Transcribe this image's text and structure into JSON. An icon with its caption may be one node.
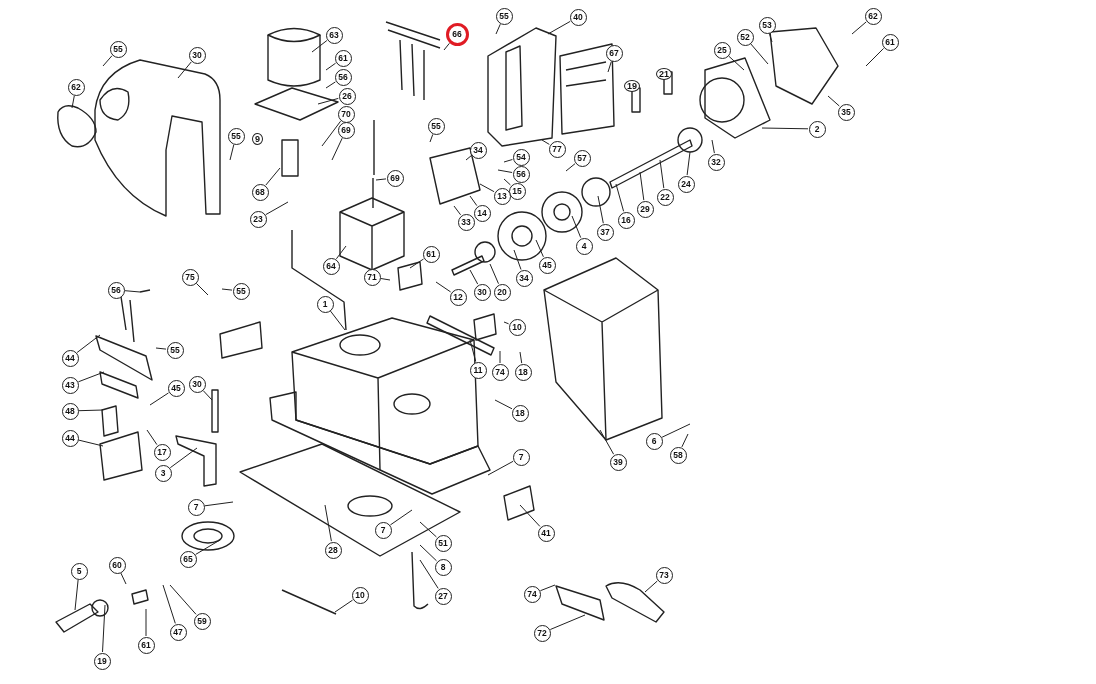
{
  "diagram": {
    "nodes": [
      {
        "text": [
          "55"
        ]
      },
      {
        "text": [
          "30"
        ]
      },
      {
        "text": [
          "62"
        ]
      },
      {
        "text": [
          "55"
        ]
      },
      {
        "text": [
          "63"
        ]
      },
      {
        "text": [
          "61"
        ]
      },
      {
        "text": [
          "56"
        ]
      },
      {
        "text": [
          "26"
        ]
      },
      {
        "text": [
          "70"
        ]
      },
      {
        "text": [
          "69"
        ]
      },
      {
        "text": [
          "68"
        ]
      },
      {
        "text": [
          "23"
        ]
      },
      {
        "text": [
          "55"
        ]
      },
      {
        "text": [
          "66"
        ]
      },
      {
        "text": [
          "40"
        ]
      },
      {
        "text": [
          "67"
        ]
      },
      {
        "text": [
          "53"
        ]
      },
      {
        "text": [
          "52"
        ]
      },
      {
        "text": [
          "25"
        ]
      },
      {
        "text": [
          "62"
        ]
      },
      {
        "text": [
          "61"
        ]
      },
      {
        "text": [
          "35"
        ]
      },
      {
        "text": [
          "2"
        ]
      },
      {
        "text": [
          "55"
        ]
      },
      {
        "text": [
          "34"
        ]
      },
      {
        "text": [
          "54"
        ]
      },
      {
        "text": [
          "56"
        ]
      },
      {
        "text": [
          "15"
        ]
      },
      {
        "text": [
          "13"
        ]
      },
      {
        "text": [
          "14"
        ]
      },
      {
        "text": [
          "33"
        ]
      },
      {
        "text": [
          "57"
        ]
      },
      {
        "text": [
          "77"
        ]
      },
      {
        "text": [
          "32"
        ]
      },
      {
        "text": [
          "24"
        ]
      },
      {
        "text": [
          "22"
        ]
      },
      {
        "text": [
          "29"
        ]
      },
      {
        "text": [
          "16"
        ]
      },
      {
        "text": [
          "37"
        ]
      },
      {
        "text": [
          "4"
        ]
      },
      {
        "text": [
          "69"
        ]
      },
      {
        "text": [
          "64"
        ]
      },
      {
        "text": [
          "61"
        ]
      },
      {
        "text": [
          "71"
        ]
      },
      {
        "text": [
          "12"
        ]
      },
      {
        "text": [
          "30"
        ]
      },
      {
        "text": [
          "20"
        ]
      },
      {
        "text": [
          "34"
        ]
      },
      {
        "text": [
          "45"
        ]
      },
      {
        "text": [
          "1"
        ]
      },
      {
        "text": [
          "56"
        ]
      },
      {
        "text": [
          "75"
        ]
      },
      {
        "text": [
          "55"
        ]
      },
      {
        "text": [
          "44"
        ]
      },
      {
        "text": [
          "55"
        ]
      },
      {
        "text": [
          "43"
        ]
      },
      {
        "text": [
          "48"
        ]
      },
      {
        "text": [
          "45"
        ]
      },
      {
        "text": [
          "30"
        ]
      },
      {
        "text": [
          "44"
        ]
      },
      {
        "text": [
          "17"
        ]
      },
      {
        "text": [
          "3"
        ]
      },
      {
        "text": [
          "10"
        ]
      },
      {
        "text": [
          "11"
        ]
      },
      {
        "text": [
          "74"
        ]
      },
      {
        "text": [
          "18"
        ]
      },
      {
        "text": [
          "18"
        ]
      },
      {
        "text": [
          "7"
        ]
      },
      {
        "text": [
          "6"
        ]
      },
      {
        "text": [
          "58"
        ]
      },
      {
        "text": [
          "39"
        ]
      },
      {
        "text": [
          "41"
        ]
      },
      {
        "text": [
          "7"
        ]
      },
      {
        "text": [
          "7"
        ]
      },
      {
        "text": [
          "51"
        ]
      },
      {
        "text": [
          "8"
        ]
      },
      {
        "text": [
          "27"
        ]
      },
      {
        "text": [
          "28"
        ]
      },
      {
        "text": [
          "65"
        ]
      },
      {
        "text": [
          "5"
        ]
      },
      {
        "text": [
          "60"
        ]
      },
      {
        "text": [
          "19"
        ]
      },
      {
        "text": [
          "61"
        ]
      },
      {
        "text": [
          "47"
        ]
      },
      {
        "text": [
          "59"
        ]
      },
      {
        "text": [
          "10"
        ]
      },
      {
        "text": [
          "73"
        ]
      },
      {
        "text": [
          "74"
        ]
      },
      {
        "text": [
          "72"
        ]
      }
    ],
    "edges": [
      {
        "from": 0,
        "to": null,
        "arrow": "none"
      },
      {
        "from": 1,
        "to": null,
        "arrow": "none"
      },
      {
        "from": 2,
        "to": null,
        "arrow": "none"
      },
      {
        "from": 3,
        "to": null,
        "arrow": "none"
      },
      {
        "from": 4,
        "to": null,
        "arrow": "none"
      },
      {
        "from": 5,
        "to": null,
        "arrow": "none"
      },
      {
        "from": 6,
        "to": null,
        "arrow": "none"
      },
      {
        "from": 7,
        "to": null,
        "arrow": "none"
      },
      {
        "from": 8,
        "to": null,
        "arrow": "none"
      },
      {
        "from": 9,
        "to": null,
        "arrow": "none"
      },
      {
        "from": 10,
        "to": null,
        "arrow": "none"
      },
      {
        "from": 11,
        "to": null,
        "arrow": "none"
      },
      {
        "from": 12,
        "to": null,
        "arrow": "none"
      },
      {
        "from": 13,
        "to": null,
        "arrow": "none"
      },
      {
        "from": 14,
        "to": null,
        "arrow": "none"
      },
      {
        "from": 15,
        "to": null,
        "arrow": "none"
      },
      {
        "from": 16,
        "to": null,
        "arrow": "none"
      },
      {
        "from": 17,
        "to": null,
        "arrow": "none"
      },
      {
        "from": 18,
        "to": null,
        "arrow": "none"
      },
      {
        "from": 19,
        "to": null,
        "arrow": "none"
      },
      {
        "from": 20,
        "to": null,
        "arrow": "none"
      },
      {
        "from": 21,
        "to": null,
        "arrow": "none"
      },
      {
        "from": 22,
        "to": null,
        "arrow": "none"
      },
      {
        "from": 23,
        "to": null,
        "arrow": "none"
      },
      {
        "from": 24,
        "to": null,
        "arrow": "none"
      },
      {
        "from": 25,
        "to": null,
        "arrow": "none"
      },
      {
        "from": 26,
        "to": null,
        "arrow": "none"
      },
      {
        "from": 27,
        "to": null,
        "arrow": "none"
      },
      {
        "from": 28,
        "to": null,
        "arrow": "none"
      },
      {
        "from": 29,
        "to": null,
        "arrow": "none"
      },
      {
        "from": 30,
        "to": null,
        "arrow": "none"
      },
      {
        "from": 31,
        "to": null,
        "arrow": "none"
      },
      {
        "from": 32,
        "to": null,
        "arrow": "none"
      },
      {
        "from": 33,
        "to": null,
        "arrow": "none"
      },
      {
        "from": 34,
        "to": null,
        "arrow": "none"
      },
      {
        "from": 35,
        "to": null,
        "arrow": "none"
      },
      {
        "from": 36,
        "to": null,
        "arrow": "none"
      },
      {
        "from": 37,
        "to": null,
        "arrow": "none"
      },
      {
        "from": 38,
        "to": null,
        "arrow": "none"
      },
      {
        "from": 39,
        "to": null,
        "arrow": "none"
      },
      {
        "from": 40,
        "to": null,
        "arrow": "none"
      },
      {
        "from": 41,
        "to": null,
        "arrow": "none"
      },
      {
        "from": 42,
        "to": null,
        "arrow": "none"
      },
      {
        "from": 43,
        "to": null,
        "arrow": "none"
      },
      {
        "from": 44,
        "to": null,
        "arrow": "none"
      },
      {
        "from": 45,
        "to": null,
        "arrow": "none"
      },
      {
        "from": 46,
        "to": null,
        "arrow": "none"
      },
      {
        "from": 47,
        "to": null,
        "arrow": "none"
      },
      {
        "from": 48,
        "to": null,
        "arrow": "none"
      },
      {
        "from": 49,
        "to": null,
        "arrow": "none"
      },
      {
        "from": 50,
        "to": null,
        "arrow": "none"
      },
      {
        "from": 51,
        "to": null,
        "arrow": "none"
      },
      {
        "from": 52,
        "to": null,
        "arrow": "none"
      },
      {
        "from": 53,
        "to": null,
        "arrow": "none"
      },
      {
        "from": 54,
        "to": null,
        "arrow": "none"
      },
      {
        "from": 55,
        "to": null,
        "arrow": "none"
      },
      {
        "from": 56,
        "to": null,
        "arrow": "none"
      },
      {
        "from": 57,
        "to": null,
        "arrow": "none"
      },
      {
        "from": 58,
        "to": null,
        "arrow": "none"
      },
      {
        "from": 59,
        "to": null,
        "arrow": "none"
      },
      {
        "from": 60,
        "to": null,
        "arrow": "none"
      },
      {
        "from": 61,
        "to": null,
        "arrow": "none"
      },
      {
        "from": 62,
        "to": null,
        "arrow": "none"
      },
      {
        "from": 63,
        "to": null,
        "arrow": "none"
      },
      {
        "from": 64,
        "to": null,
        "arrow": "none"
      },
      {
        "from": 65,
        "to": null,
        "arrow": "none"
      },
      {
        "from": 66,
        "to": null,
        "arrow": "none"
      },
      {
        "from": 67,
        "to": null,
        "arrow": "none"
      },
      {
        "from": 68,
        "to": null,
        "arrow": "none"
      },
      {
        "from": 69,
        "to": null,
        "arrow": "none"
      },
      {
        "from": 70,
        "to": null,
        "arrow": "none"
      },
      {
        "from": 71,
        "to": null,
        "arrow": "none"
      },
      {
        "from": 72,
        "to": null,
        "arrow": "none"
      },
      {
        "from": 73,
        "to": null,
        "arrow": "none"
      },
      {
        "from": 74,
        "to": null,
        "arrow": "none"
      },
      {
        "from": 75,
        "to": null,
        "arrow": "none"
      },
      {
        "from": 76,
        "to": null,
        "arrow": "none"
      },
      {
        "from": 77,
        "to": null,
        "arrow": "none"
      },
      {
        "from": 78,
        "to": null,
        "arrow": "none"
      },
      {
        "from": 79,
        "to": null,
        "arrow": "none"
      },
      {
        "from": 80,
        "to": null,
        "arrow": "none"
      },
      {
        "from": 81,
        "to": null,
        "arrow": "none"
      },
      {
        "from": 82,
        "to": null,
        "arrow": "none"
      },
      {
        "from": 83,
        "to": null,
        "arrow": "none"
      },
      {
        "from": 84,
        "to": null,
        "arrow": "none"
      },
      {
        "from": 85,
        "to": null,
        "arrow": "none"
      },
      {
        "from": 86,
        "to": null,
        "arrow": "none"
      },
      {
        "from": 87,
        "to": null,
        "arrow": "none"
      },
      {
        "from": 88,
        "to": null,
        "arrow": "none"
      }
    ],
    "labels": [
      "9",
      "21",
      "19"
    ]
  }
}
